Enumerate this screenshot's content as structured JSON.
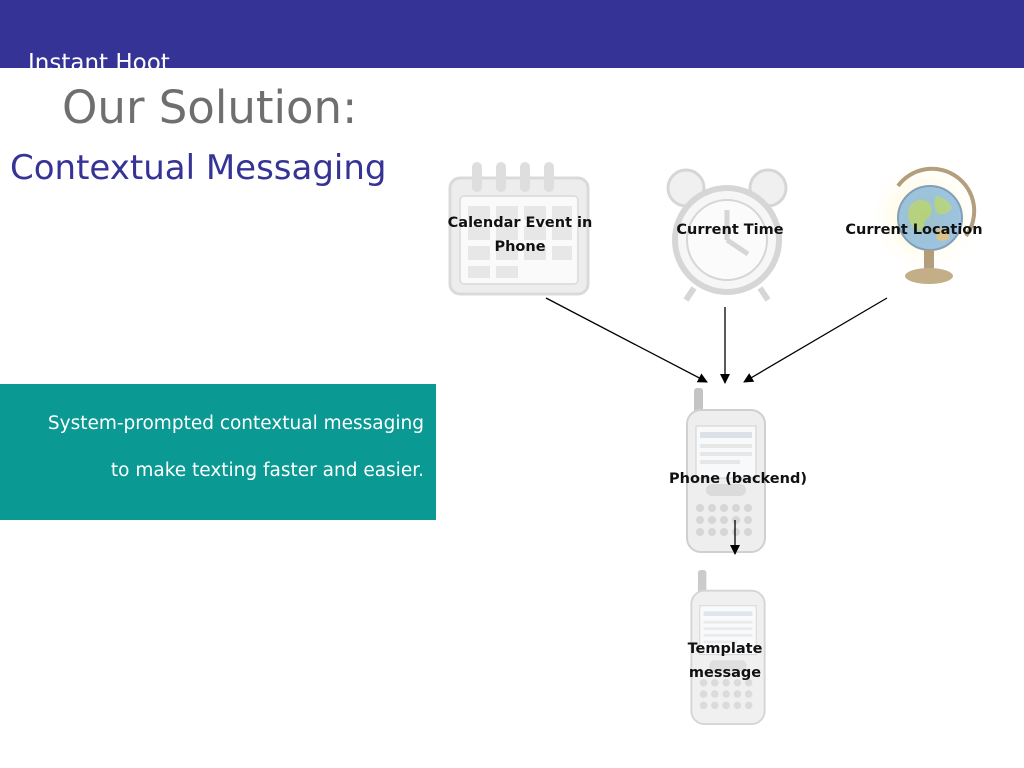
{
  "header": {
    "app_title": "Instant Hoot",
    "band_color": "#363397"
  },
  "slide": {
    "title": "Our Solution:",
    "subtitle": "Contextual Messaging",
    "title_color": "#6f6f6f",
    "subtitle_color": "#363397"
  },
  "callout": {
    "line1": "System-prompted contextual messaging",
    "line2": "to make texting faster and easier.",
    "color": "#0a9993"
  },
  "diagram": {
    "calendar": {
      "label_line1": "Calendar Event in",
      "label_line2": "Phone",
      "icon": "calendar-icon"
    },
    "time": {
      "label": "Current Time",
      "icon": "alarm-clock-icon"
    },
    "location": {
      "label": "Current Location",
      "icon": "globe-icon"
    },
    "phone": {
      "label": "Phone (backend)",
      "icon": "smartphone-icon"
    },
    "template": {
      "label_line1": "Template",
      "label_line2": "message",
      "icon": "smartphone-icon"
    }
  }
}
